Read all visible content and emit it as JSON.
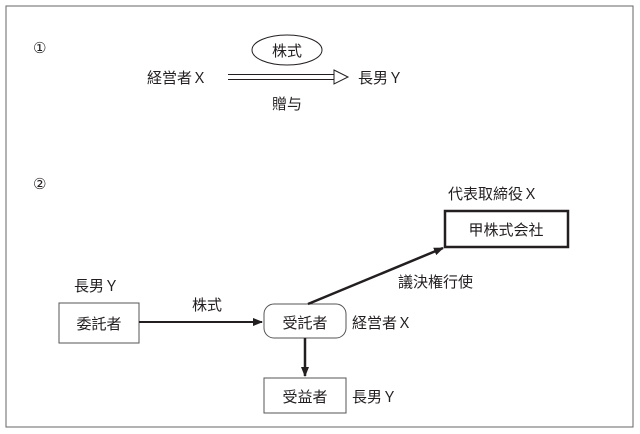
{
  "panel1": {
    "marker": "①",
    "from": "経営者Ｘ",
    "to": "長男Ｙ",
    "object": "株式",
    "action": "贈与"
  },
  "panel2": {
    "marker": "②",
    "company_role": "代表取締役Ｘ",
    "company": "甲株式会社",
    "settlor_person": "長男Ｙ",
    "settlor": "委託者",
    "transfer_label": "株式",
    "trustee": "受託者",
    "trustee_person": "経営者Ｘ",
    "voting_label": "議決権行使",
    "beneficiary": "受益者",
    "beneficiary_person": "長男Ｙ"
  },
  "colors": {
    "line": "#231f20",
    "border": "#555555"
  }
}
